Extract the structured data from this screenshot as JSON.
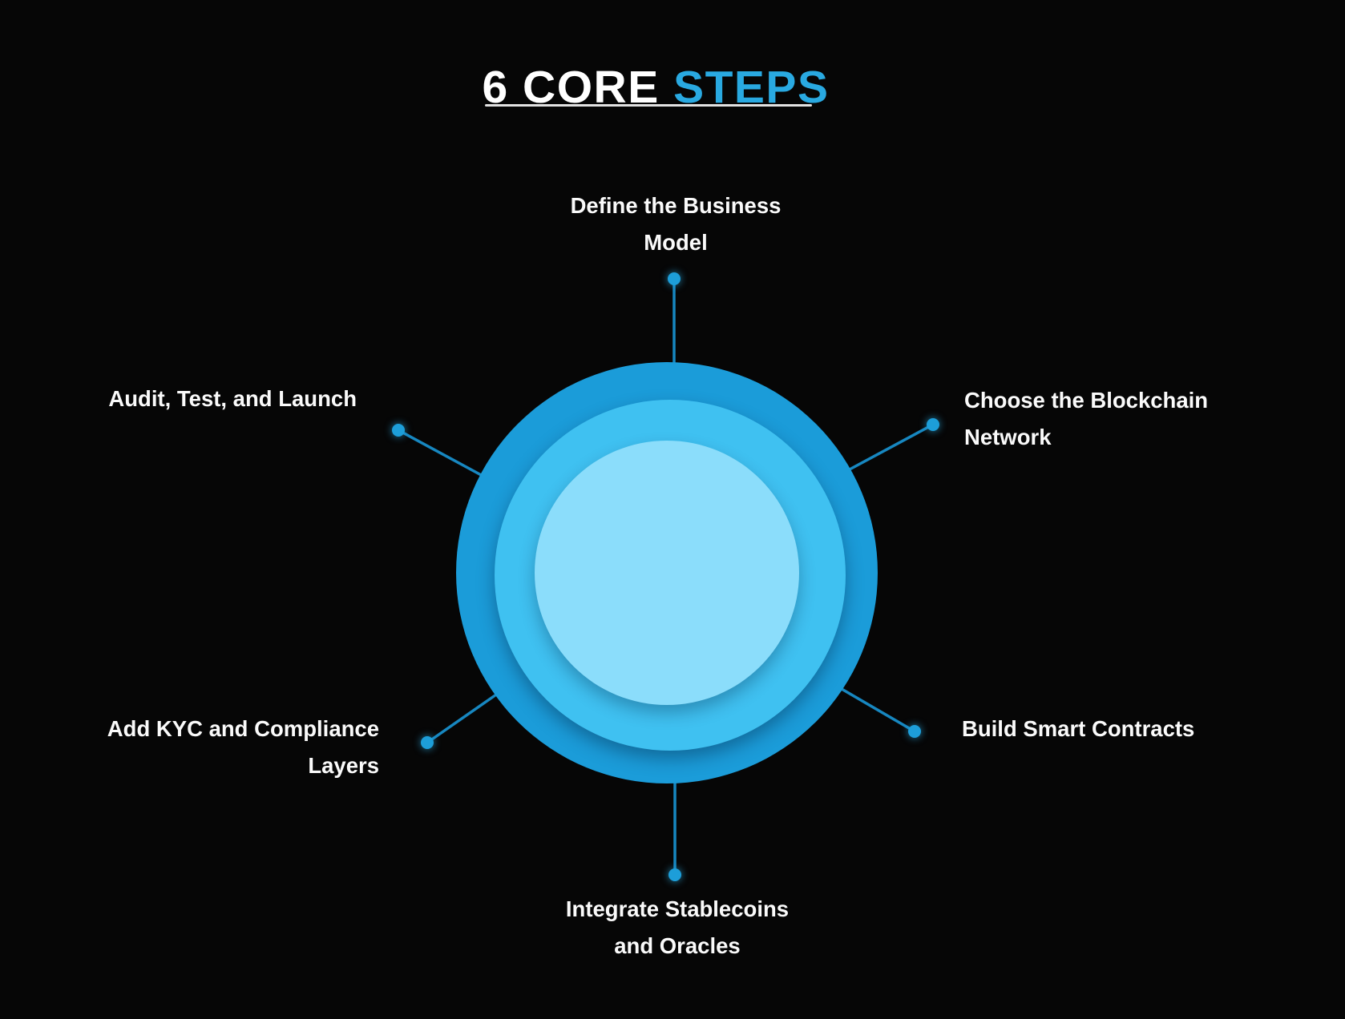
{
  "title": {
    "prefix": "6 CORE",
    "highlight": "STEPS"
  },
  "colors": {
    "background": "#060606",
    "accent": "#29A9E1",
    "outer_circle": "#1B9CD9",
    "middle_circle": "#3FC1F1",
    "inner_circle": "#8BDDFB",
    "connector": "#1787C0",
    "dot": "#1D9ED9",
    "text": "#FAFAFA",
    "underline": "#E2E2E2"
  },
  "steps": [
    {
      "id": "define-business-model",
      "position": "top",
      "label": "Define the Business\nModel"
    },
    {
      "id": "choose-blockchain-network",
      "position": "top-right",
      "label": "Choose the Blockchain\nNetwork"
    },
    {
      "id": "build-smart-contracts",
      "position": "bottom-right",
      "label": "Build Smart Contracts"
    },
    {
      "id": "integrate-stablecoins-oracles",
      "position": "bottom",
      "label": "Integrate Stablecoins\nand Oracles"
    },
    {
      "id": "add-kyc-compliance-layers",
      "position": "bottom-left",
      "label": "Add KYC and Compliance\nLayers"
    },
    {
      "id": "audit-test-launch",
      "position": "top-left",
      "label": "Audit, Test, and Launch"
    }
  ]
}
